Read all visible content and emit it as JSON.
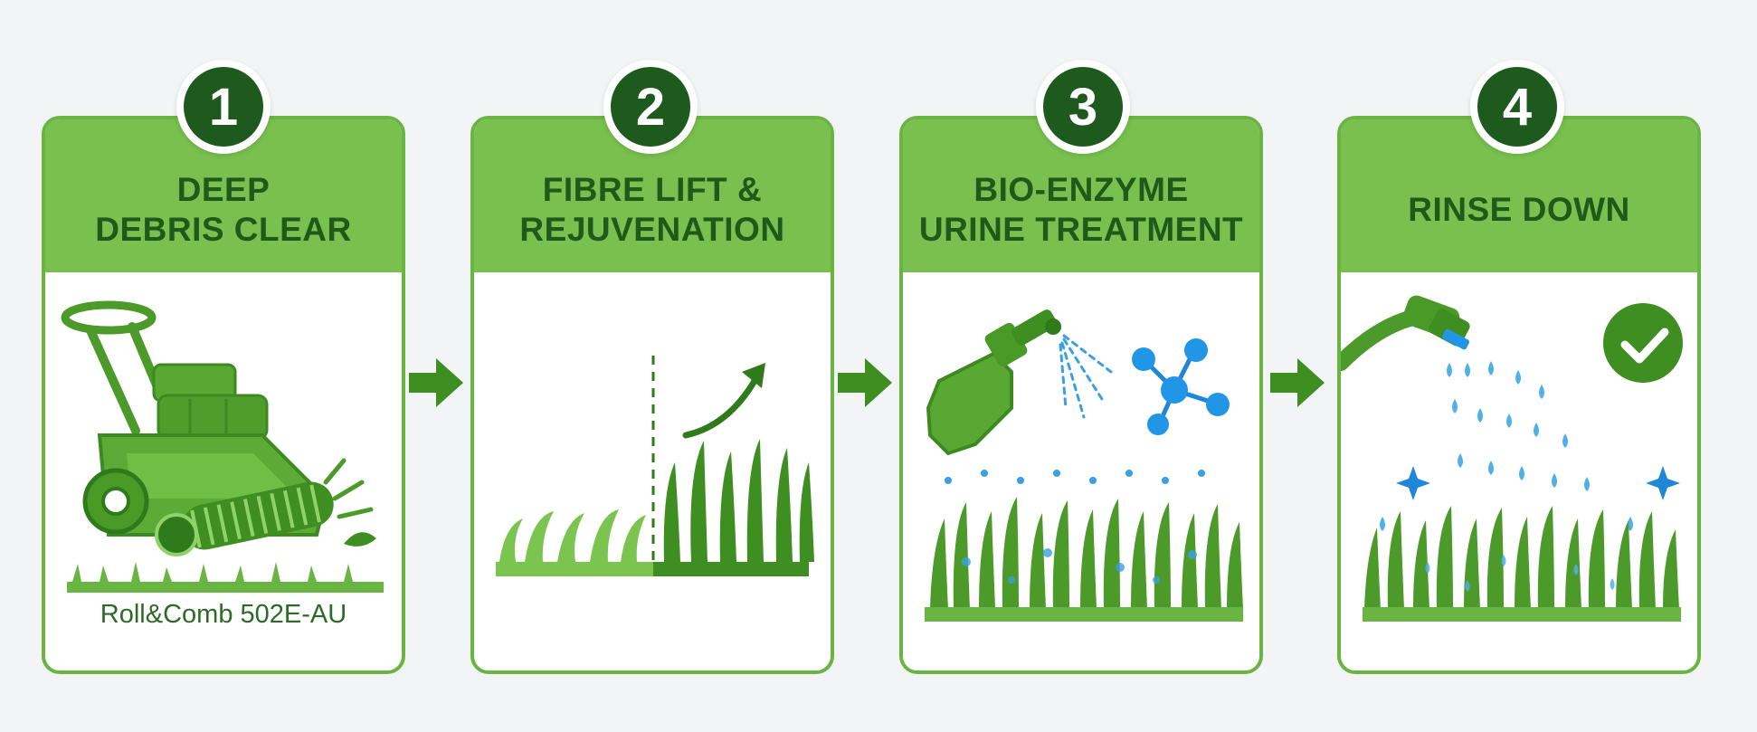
{
  "steps": [
    {
      "number": "1",
      "title": "DEEP\nDEBRIS CLEAR",
      "caption": "Roll&Comb 502E-AU",
      "icon": "lawn-sweeper-machine-icon"
    },
    {
      "number": "2",
      "title": "FIBRE LIFT &\nREJUVENATION",
      "caption": "",
      "icon": "grass-lift-icon"
    },
    {
      "number": "3",
      "title": "BIO-ENZYME\nURINE TREATMENT",
      "caption": "",
      "icon": "enzyme-spray-icon"
    },
    {
      "number": "4",
      "title": "RINSE DOWN",
      "caption": "",
      "icon": "hose-rinse-icon"
    }
  ],
  "colors": {
    "header_green": "#79c04f",
    "border_green": "#6ab443",
    "title_dark_green": "#205a1a",
    "badge_dark_green": "#1e5a1e",
    "water_blue": "#3aa0e0"
  }
}
